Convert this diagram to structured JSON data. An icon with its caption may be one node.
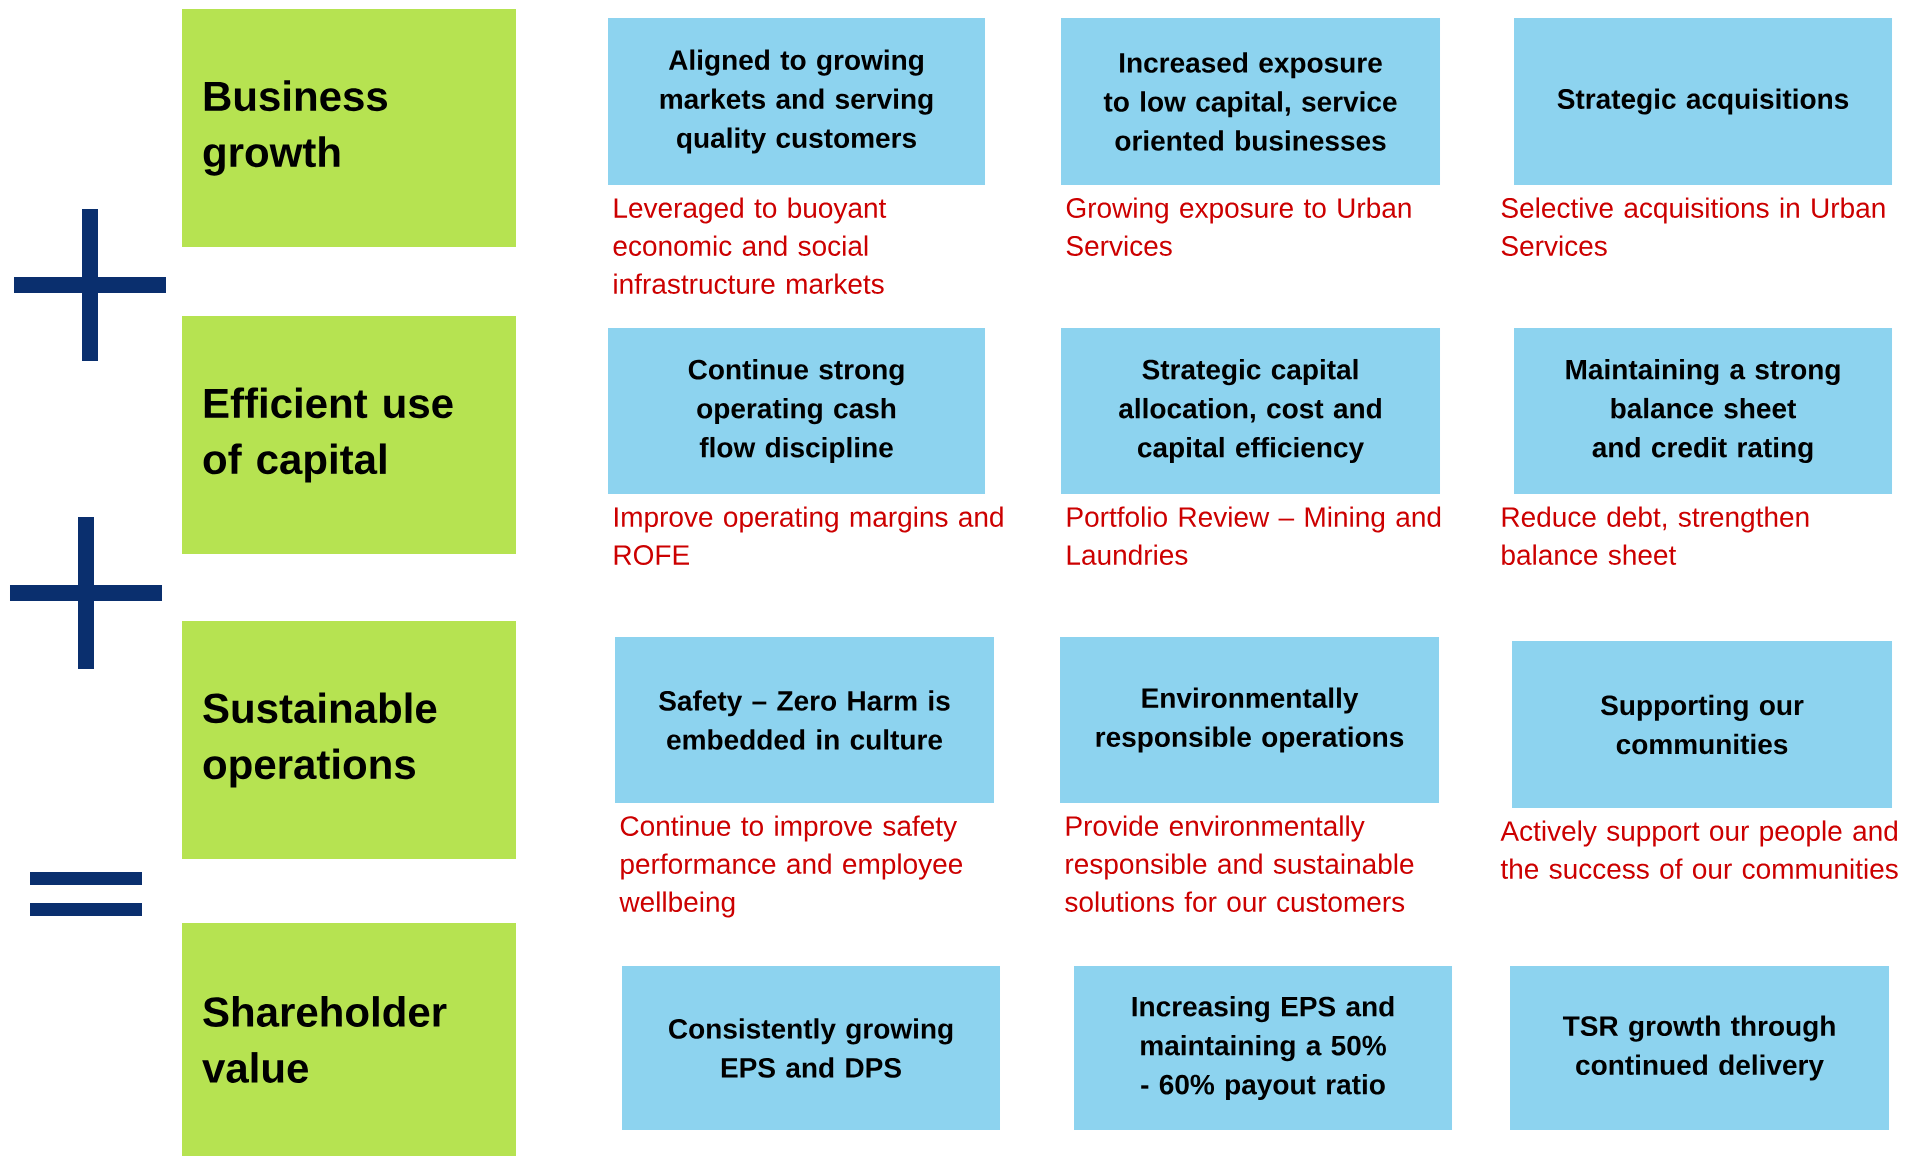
{
  "diagram": {
    "nodes": [
      {
        "text": [
          "Business growth"
        ]
      },
      {
        "text": [
          "Aligned to growing markets and serving quality customers"
        ],
        "beside": [
          "Leveraged to buoyant economic and social infrastructure markets"
        ]
      },
      {
        "text": [
          "Increased exposure to low capital, service oriented businesses"
        ],
        "beside": [
          "Growing exposure to Urban Services"
        ]
      },
      {
        "text": [
          "Strategic acquisitions"
        ],
        "beside": [
          "Selective acquisitions in Urban Services"
        ]
      },
      {
        "text": [
          "Efficient use of capital"
        ]
      },
      {
        "text": [
          "Continue strong operating cash flow discipline"
        ],
        "beside": [
          "Improve operating margins and ROFE"
        ]
      },
      {
        "text": [
          "Strategic capital allocation, cost and capital efficiency"
        ],
        "beside": [
          "Portfolio Review – Mining and Laundries"
        ]
      },
      {
        "text": [
          "Maintaining a strong balance sheet and credit rating"
        ],
        "beside": [
          "Reduce debt, strengthen balance sheet"
        ]
      },
      {
        "text": [
          "Sustainable operations"
        ]
      },
      {
        "text": [
          "Safety – Zero Harm is embedded in culture"
        ],
        "beside": [
          "Continue to improve safety performance and employee wellbeing"
        ]
      },
      {
        "text": [
          "Environmentally responsible operations"
        ],
        "beside": [
          "Provide environmentally responsible and sustainable solutions for our customers"
        ]
      },
      {
        "text": [
          "Supporting our communities"
        ],
        "beside": [
          "Actively support our people and the success of our communities"
        ]
      },
      {
        "text": [
          "Shareholder value"
        ]
      },
      {
        "text": [
          "Consistently growing EPS and DPS"
        ]
      },
      {
        "text": [
          "Increasing EPS and maintaining a 50% - 60% payout ratio"
        ]
      },
      {
        "text": [
          "TSR growth through continued delivery"
        ]
      }
    ]
  }
}
